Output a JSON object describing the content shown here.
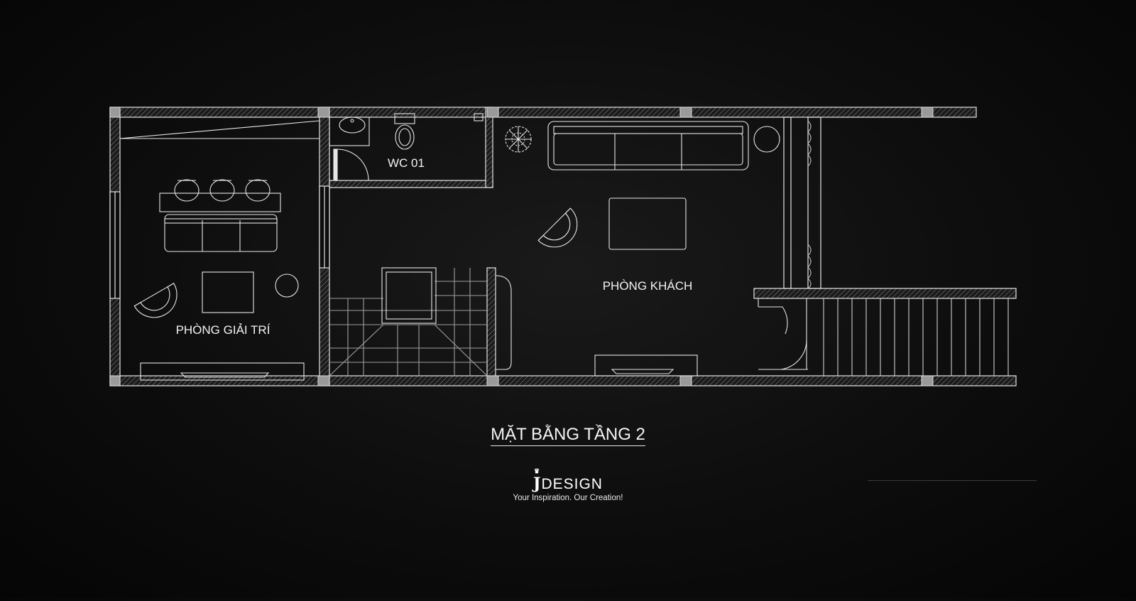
{
  "rooms": {
    "entertainment": "PHÒNG GIẢI TRÍ",
    "wc": "WC 01",
    "living": "PHÒNG KHÁCH"
  },
  "plan_title": "MẶT BẰNG TẦNG 2",
  "brand": {
    "logo_letter": "J",
    "logo_text": "DESIGN",
    "tagline": "Your Inspiration. Our Creation!"
  },
  "colors": {
    "background": "#0b0b0b",
    "lines": "#e8e8e8",
    "columns": "#9a9a9a"
  }
}
